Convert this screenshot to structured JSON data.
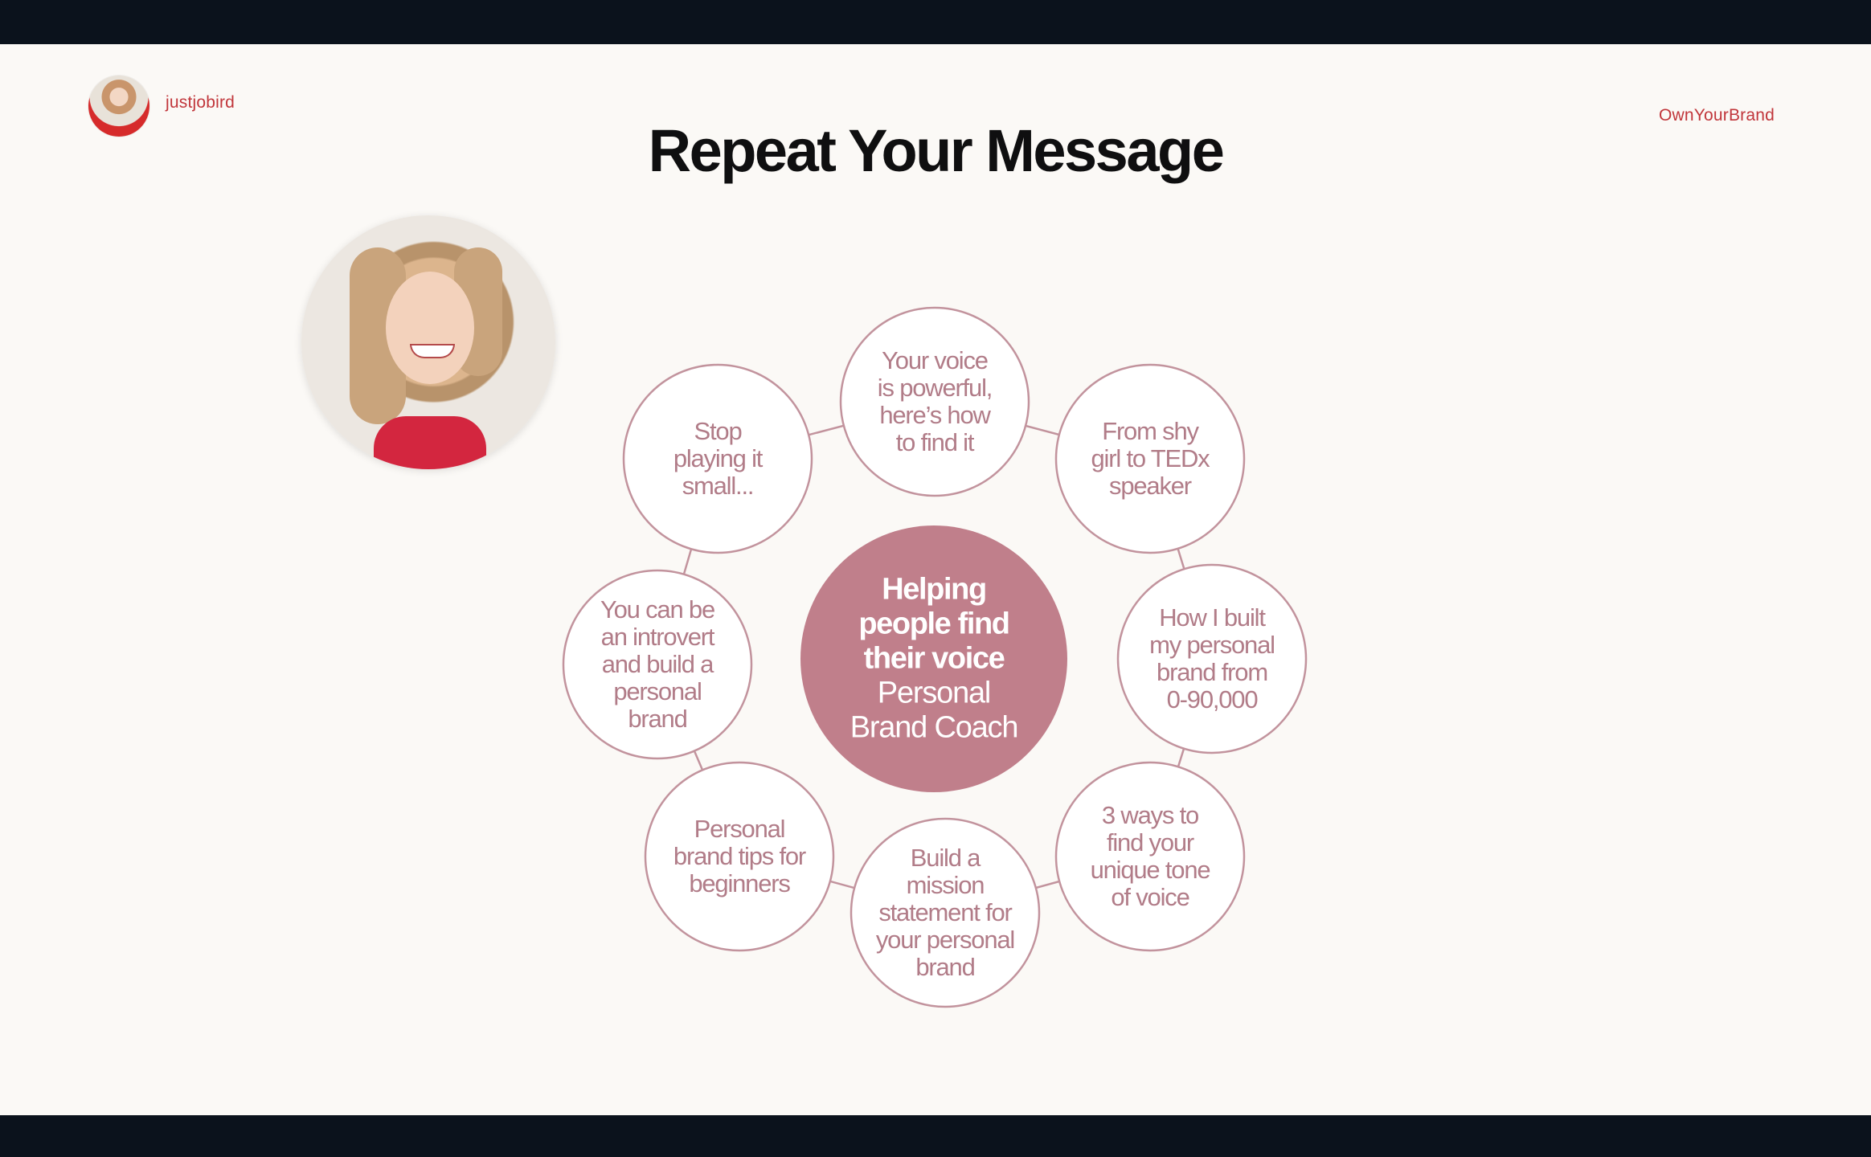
{
  "profile": {
    "handle": "justjobird"
  },
  "brand_tag": "OwnYourBrand",
  "title": "Repeat Your Message",
  "colors": {
    "accent": "#c1363b",
    "node_border": "#c2939d",
    "node_text": "#b17c88",
    "center_fill": "#c07f8b",
    "background": "#fbf9f6"
  },
  "diagram": {
    "center": {
      "headline": "Helping\npeople find\ntheir voice",
      "subtitle": "Personal\nBrand Coach"
    },
    "nodes": [
      {
        "text": "Your voice\nis powerful,\nhere’s how\nto find it"
      },
      {
        "text": "From shy\ngirl to TEDx\nspeaker"
      },
      {
        "text": "How I built\nmy personal\nbrand from\n0-90,000"
      },
      {
        "text": "3 ways to\nfind your\nunique tone\nof voice"
      },
      {
        "text": "Build a\nmission\nstatement for\nyour personal\nbrand"
      },
      {
        "text": "Personal\nbrand tips for\nbeginners"
      },
      {
        "text": "You can be\nan introvert\nand build a\npersonal\nbrand"
      },
      {
        "text": "Stop\nplaying it\nsmall..."
      }
    ]
  },
  "webcam": {
    "icon": "presenter-video"
  }
}
